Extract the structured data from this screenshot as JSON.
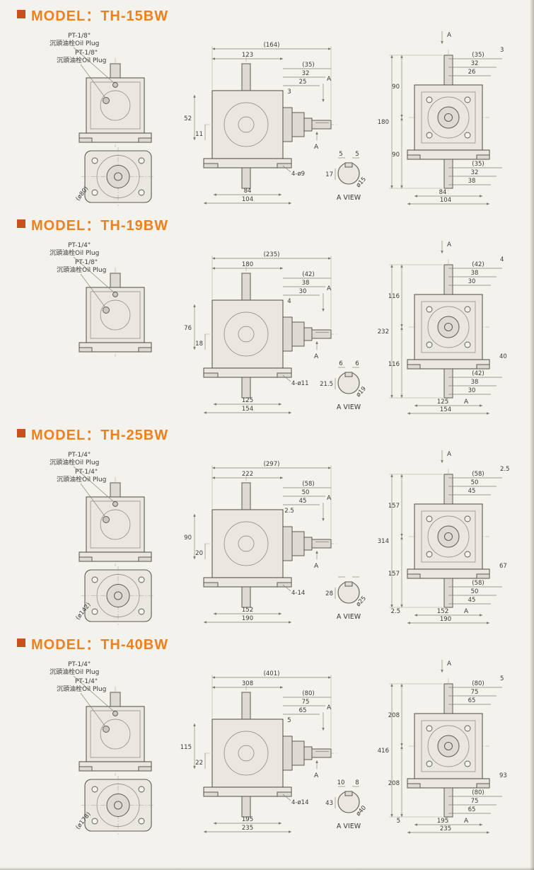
{
  "page": {
    "background": "#f4f2ec",
    "accent_orange": "#f08019",
    "bullet_color": "#c7501b"
  },
  "sections": [
    {
      "model": "TH-15BW",
      "header": "MODEL：TH-15BW",
      "left": {
        "plug1_l1": "PT-1/8\"",
        "plug1_l2": "沉頭油栓Oil Plug",
        "plug2_l1": "PT-1/8\"",
        "plug2_l2": "沉頭油栓Oil Plug",
        "flange_dia": "(ø80)"
      },
      "middle": {
        "overall": "(164)",
        "body": "123",
        "r1": "(35)",
        "r2": "32",
        "r3": "25",
        "r4": "3",
        "l1": "52",
        "l2": "11",
        "b1": "84",
        "b2": "104",
        "holes": "4-ø9",
        "a_top": "A",
        "a_bottom": "A",
        "av1": "5",
        "av2": "5",
        "av3": "17",
        "av_dia": "ø15",
        "av_label": "A VIEW"
      },
      "right": {
        "a_label": "A",
        "v_top": "90",
        "v_total": "180",
        "v_bottom": "90",
        "t4": "3",
        "t1": "(35)",
        "t2": "32",
        "t3": "26",
        "bo1": "(35)",
        "bo2": "32",
        "bo3": "38",
        "bo4": "",
        "extra_bl": "",
        "b1": "84",
        "b2": "104",
        "b_a": ""
      }
    },
    {
      "model": "TH-19BW",
      "header": "MODEL：TH-19BW",
      "left": {
        "plug1_l1": "PT-1/4\"",
        "plug1_l2": "沉頭油栓Oil Plug",
        "plug2_l1": "PT-1/8\"",
        "plug2_l2": "沉頭油栓Oil Plug",
        "flange_dia": ""
      },
      "middle": {
        "overall": "(235)",
        "body": "180",
        "r1": "(42)",
        "r2": "38",
        "r3": "30",
        "r4": "4",
        "l1": "76",
        "l2": "18",
        "b1": "125",
        "b2": "154",
        "holes": "4-ø11",
        "a_top": "A",
        "a_bottom": "A",
        "av1": "6",
        "av2": "6",
        "av3": "21.5",
        "av_dia": "ø19",
        "av_label": "A VIEW"
      },
      "right": {
        "a_label": "A",
        "v_top": "116",
        "v_total": "232",
        "v_bottom": "116",
        "t4": "4",
        "t1": "(42)",
        "t2": "38",
        "t3": "30",
        "bo1": "(42)",
        "bo2": "38",
        "bo3": "30",
        "bo4": "40",
        "extra_bl": "",
        "b1": "125",
        "b2": "154",
        "b_a": "A"
      }
    },
    {
      "model": "TH-25BW",
      "header": "MODEL：TH-25BW",
      "left": {
        "plug1_l1": "PT-1/4\"",
        "plug1_l2": "沉頭油栓Oil Plug",
        "plug2_l1": "PT-1/4\"",
        "plug2_l2": "沉頭油栓Oil Plug",
        "flange_dia": "(ø142)"
      },
      "middle": {
        "overall": "(297)",
        "body": "222",
        "r1": "(58)",
        "r2": "50",
        "r3": "45",
        "r4": "2.5",
        "l1": "90",
        "l2": "20",
        "b1": "152",
        "b2": "190",
        "holes": "4-14",
        "a_top": "A",
        "a_bottom": "A",
        "av1": "",
        "av2": "",
        "av3": "28",
        "av_dia": "ø25",
        "av_label": "A VIEW"
      },
      "right": {
        "a_label": "A",
        "v_top": "157",
        "v_total": "314",
        "v_bottom": "157",
        "t4": "2.5",
        "t1": "(58)",
        "t2": "50",
        "t3": "45",
        "bo1": "(58)",
        "bo2": "50",
        "bo3": "45",
        "bo4": "67",
        "extra_bl": "2.5",
        "b1": "152",
        "b2": "190",
        "b_a": "A"
      }
    },
    {
      "model": "TH-40BW",
      "header": "MODEL：TH-40BW",
      "left": {
        "plug1_l1": "PT-1/4\"",
        "plug1_l2": "沉頭油栓Oil Plug",
        "plug2_l1": "PT-1/4\"",
        "plug2_l2": "沉頭油栓Oil Plug",
        "flange_dia": "(ø178)"
      },
      "middle": {
        "overall": "(401)",
        "body": "308",
        "r1": "(80)",
        "r2": "75",
        "r3": "65",
        "r4": "5",
        "l1": "115",
        "l2": "22",
        "b1": "195",
        "b2": "235",
        "holes": "4-ø14",
        "a_top": "A",
        "a_bottom": "A",
        "av1": "10",
        "av2": "8",
        "av3": "43",
        "av_dia": "ø40",
        "av_label": "A VIEW"
      },
      "right": {
        "a_label": "A",
        "v_top": "208",
        "v_total": "416",
        "v_bottom": "208",
        "t4": "5",
        "t1": "(80)",
        "t2": "75",
        "t3": "65",
        "bo1": "(80)",
        "bo2": "75",
        "bo3": "65",
        "bo4": "93",
        "extra_bl": "5",
        "b1": "195",
        "b2": "235",
        "b_a": "A"
      }
    }
  ]
}
